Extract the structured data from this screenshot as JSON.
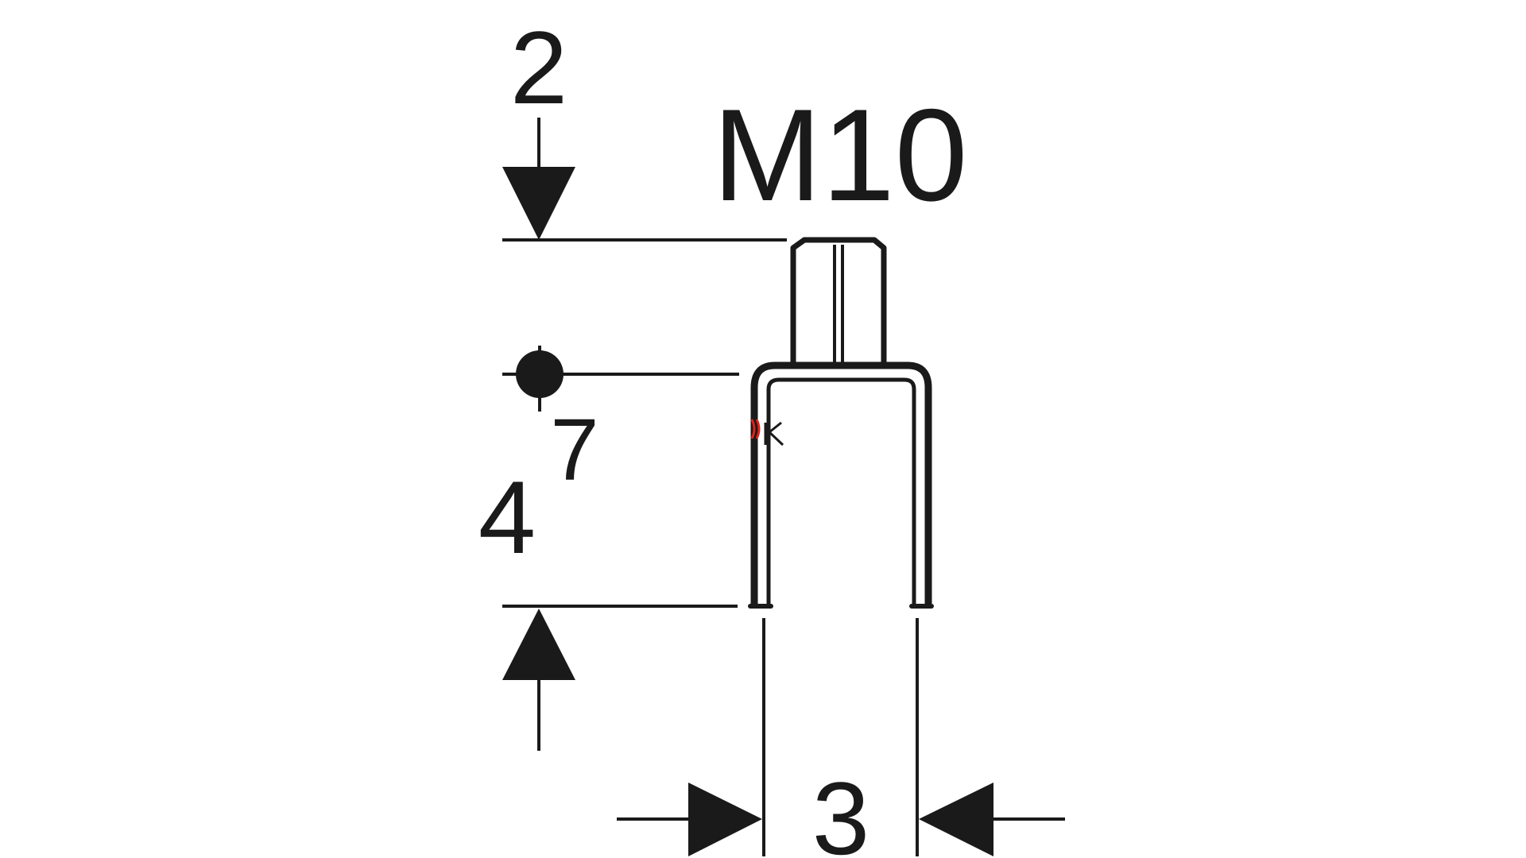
{
  "drawing": {
    "thread_label": "M10",
    "dim_top": "2",
    "dim_height_main": "4",
    "dim_height_sup": "7",
    "dim_width": "3",
    "line_color": "#1a1a1a",
    "accent_color": "#e0231b"
  }
}
